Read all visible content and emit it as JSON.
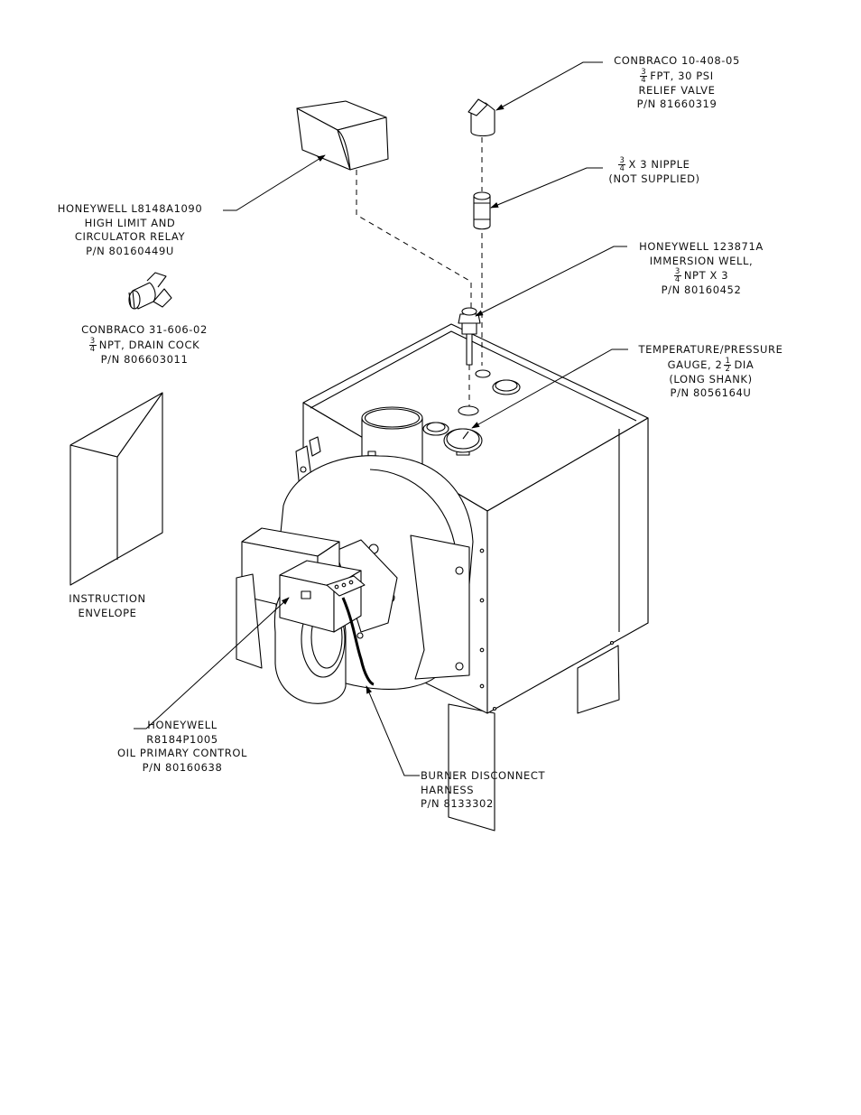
{
  "callouts": {
    "relief_valve": {
      "line1": "CONBRACO 10-408-05",
      "frac_num": "3",
      "frac_den": "4",
      "line2": "FPT, 30 PSI",
      "line3": "RELIEF VALVE",
      "line4": "P/N 81660319"
    },
    "nipple": {
      "frac_num": "3",
      "frac_den": "4",
      "line1": "X 3 NIPPLE",
      "line2": "(NOT SUPPLIED)"
    },
    "immersion_well": {
      "line1": "HONEYWELL 123871A",
      "line2": "IMMERSION WELL,",
      "frac_num": "3",
      "frac_den": "4",
      "line3": "NPT X 3",
      "line4": "P/N 80160452"
    },
    "gauge": {
      "line1": "TEMPERATURE/PRESSURE",
      "line2a": "GAUGE, 2",
      "frac_num": "1",
      "frac_den": "2",
      "line2b": "DIA",
      "line3": "(LONG SHANK)",
      "line4": "P/N 8056164U"
    },
    "high_limit": {
      "line1": "HONEYWELL L8148A1090",
      "line2": "HIGH LIMIT AND",
      "line3": "CIRCULATOR RELAY",
      "line4": "P/N 80160449U"
    },
    "drain_cock": {
      "line1": "CONBRACO 31-606-02",
      "frac_num": "3",
      "frac_den": "4",
      "line2": "NPT, DRAIN COCK",
      "line3": "P/N 806603011"
    },
    "envelope": {
      "line1": "INSTRUCTION",
      "line2": "ENVELOPE"
    },
    "oil_primary": {
      "line1": "HONEYWELL",
      "line2": "R8184P1005",
      "line3": "OIL PRIMARY CONTROL",
      "line4": "P/N 80160638"
    },
    "harness": {
      "line1": "BURNER DISCONNECT",
      "line2": "HARNESS",
      "line3": "P/N 8133302"
    }
  }
}
